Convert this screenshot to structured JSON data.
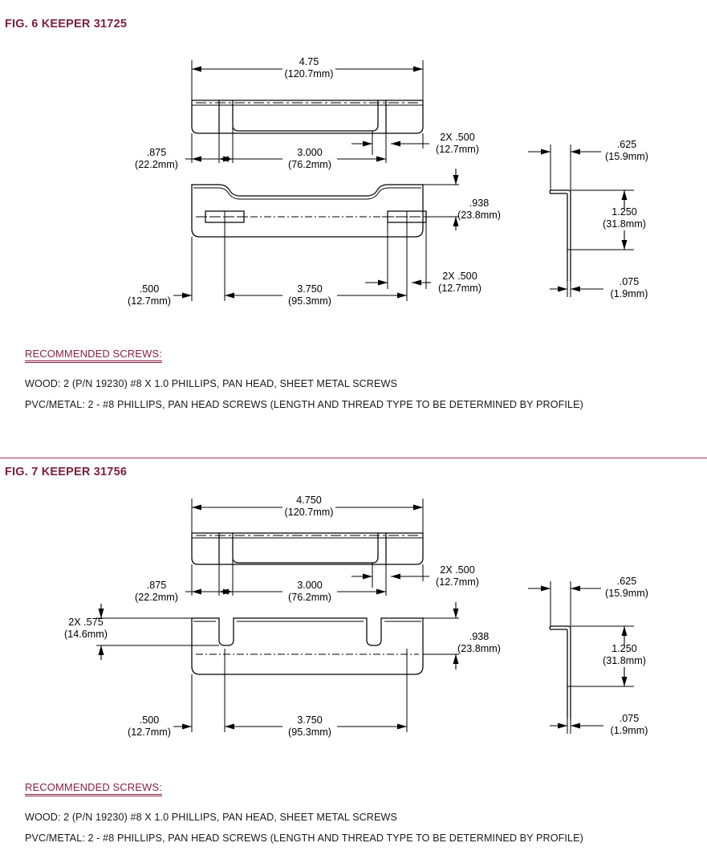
{
  "page": {
    "accent_color": "#7e1f38",
    "line_color": "#000000",
    "background": "#ffffff"
  },
  "figures": [
    {
      "id": "fig6",
      "title": "FIG. 6  KEEPER 31725",
      "fig_label": "FIG. 6",
      "part_name": "KEEPER",
      "part_number": "31725",
      "dimensions": {
        "overall_length": {
          "inch": "4.75",
          "mm": "(120.7mm)"
        },
        "end_offset": {
          "inch": ".875",
          "mm": "(22.2mm)"
        },
        "top_center_span": {
          "inch": "3.000",
          "mm": "(76.2mm)"
        },
        "slot_width_top": {
          "inch": "2X .500",
          "mm": "(12.7mm)"
        },
        "height": {
          "inch": ".938",
          "mm": "(23.8mm)"
        },
        "bottom_edge_offset": {
          "inch": ".500",
          "mm": "(12.7mm)"
        },
        "hole_span": {
          "inch": "3.750",
          "mm": "(95.3mm)"
        },
        "slot_width_front": {
          "inch": "2X .500",
          "mm": "(12.7mm)"
        },
        "flange_width": {
          "inch": ".625",
          "mm": "(15.9mm)"
        },
        "leg_height": {
          "inch": "1.250",
          "mm": "(31.8mm)"
        },
        "material_thickness": {
          "inch": ".075",
          "mm": "(1.9mm)"
        }
      },
      "screws": {
        "heading": "RECOMMENDED SCREWS:",
        "lines": [
          "WOOD: 2 (P/N 19230) #8 X 1.0 PHILLIPS, PAN HEAD, SHEET METAL SCREWS",
          "PVC/METAL: 2 - #8 PHILLIPS, PAN HEAD SCREWS (LENGTH AND THREAD TYPE TO BE DETERMINED BY PROFILE)"
        ]
      }
    },
    {
      "id": "fig7",
      "title": "FIG. 7  KEEPER 31756",
      "fig_label": "FIG. 7",
      "part_name": "KEEPER",
      "part_number": "31756",
      "dimensions": {
        "overall_length": {
          "inch": "4.750",
          "mm": "(120.7mm)"
        },
        "end_offset": {
          "inch": ".875",
          "mm": "(22.2mm)"
        },
        "top_center_span": {
          "inch": "3.000",
          "mm": "(76.2mm)"
        },
        "slot_width_top": {
          "inch": "2X .500",
          "mm": "(12.7mm)"
        },
        "height": {
          "inch": ".938",
          "mm": "(23.8mm)"
        },
        "notch_depth": {
          "inch": "2X .575",
          "mm": "(14.6mm)"
        },
        "bottom_edge_offset": {
          "inch": ".500",
          "mm": "(12.7mm)"
        },
        "hole_span": {
          "inch": "3.750",
          "mm": "(95.3mm)"
        },
        "flange_width": {
          "inch": ".625",
          "mm": "(15.9mm)"
        },
        "leg_height": {
          "inch": "1.250",
          "mm": "(31.8mm)"
        },
        "material_thickness": {
          "inch": ".075",
          "mm": "(1.9mm)"
        }
      },
      "screws": {
        "heading": "RECOMMENDED SCREWS:",
        "lines": [
          "WOOD: 2 (P/N 19230) #8 X 1.0 PHILLIPS, PAN HEAD, SHEET METAL SCREWS",
          "PVC/METAL: 2 - #8 PHILLIPS, PAN HEAD SCREWS (LENGTH AND THREAD TYPE TO BE DETERMINED BY PROFILE)"
        ]
      }
    }
  ]
}
